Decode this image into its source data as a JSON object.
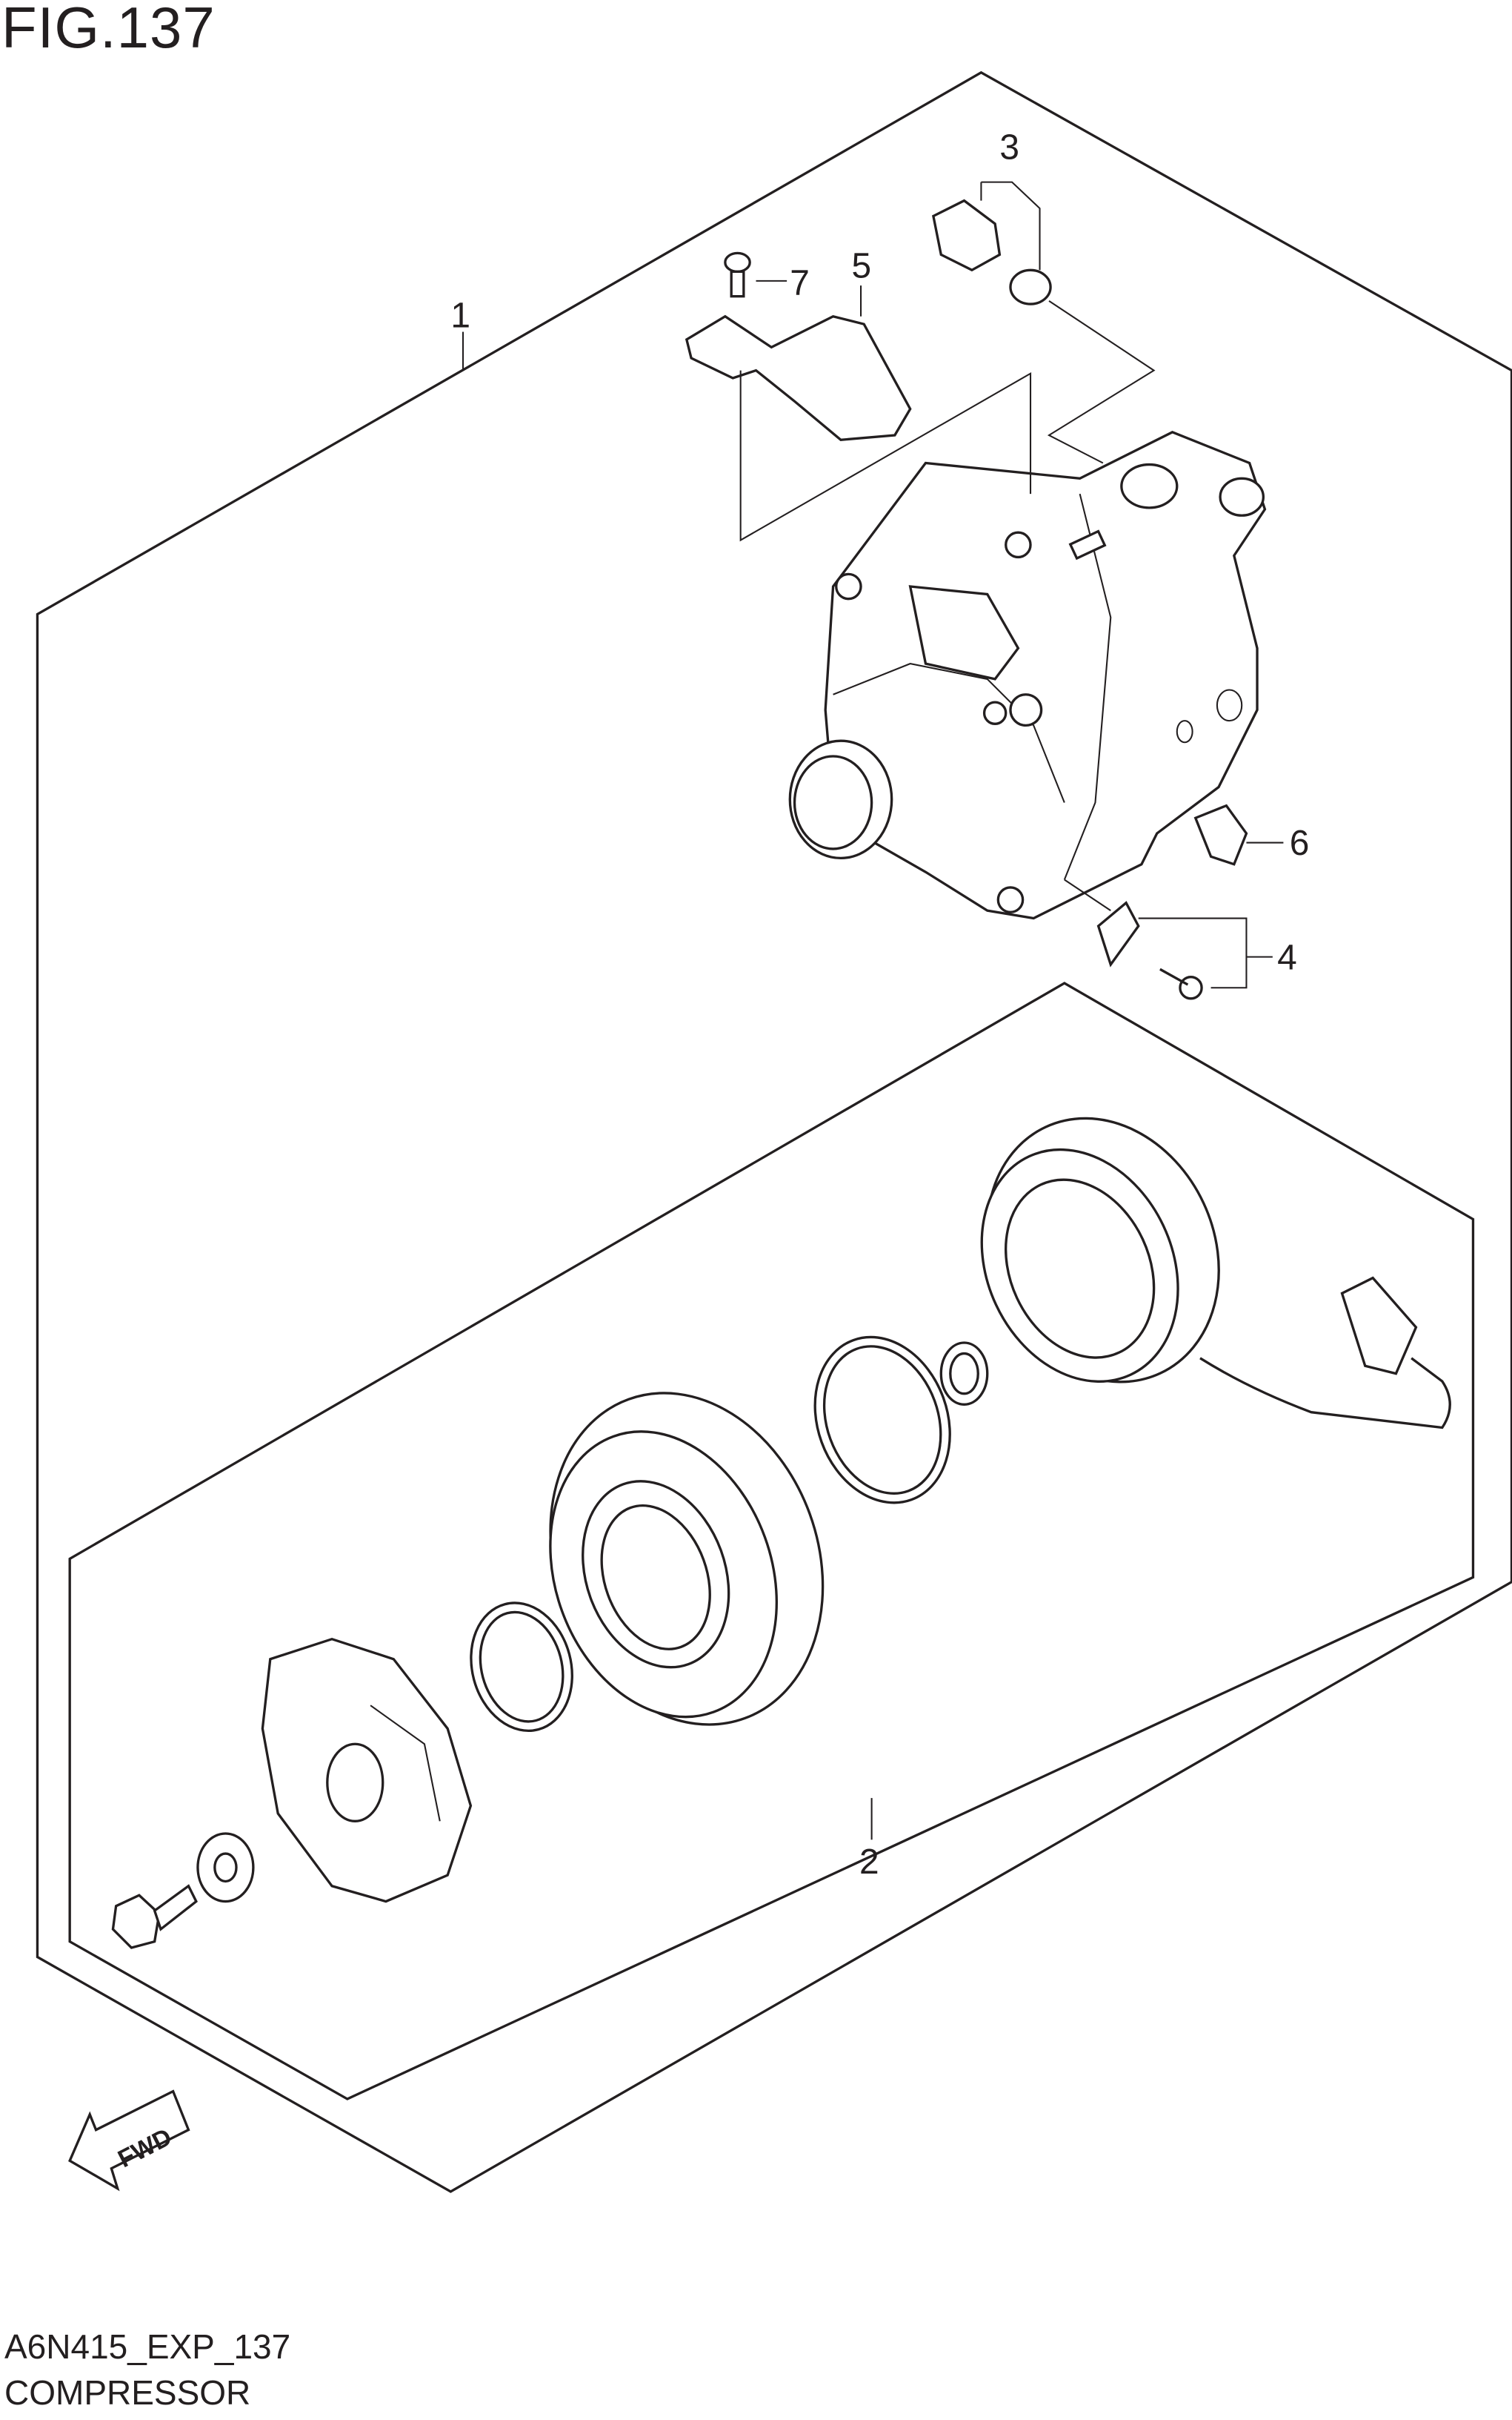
{
  "figure": {
    "title": "FIG.137",
    "code": "A6N415_EXP_137",
    "name": "COMPRESSOR"
  },
  "callouts": [
    "1",
    "2",
    "3",
    "4",
    "5",
    "6",
    "7"
  ],
  "direction_label": "FWD"
}
